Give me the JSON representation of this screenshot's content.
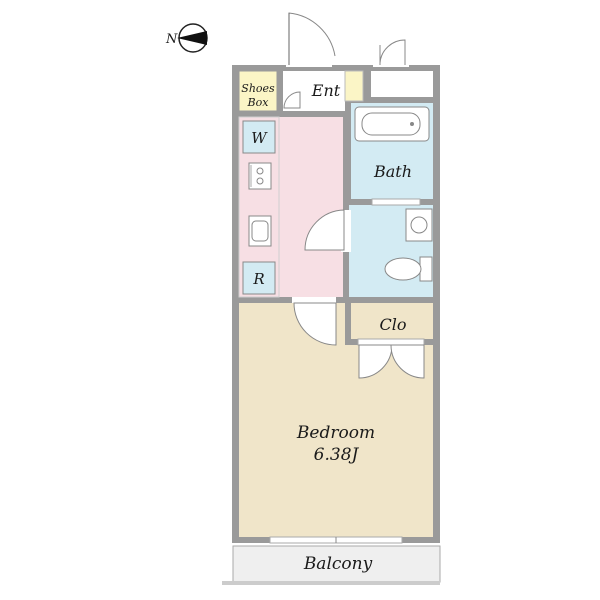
{
  "compass": {
    "north_label": "N"
  },
  "rooms": {
    "shoes_box": {
      "line1": "Shoes",
      "line2": "Box"
    },
    "entrance": {
      "label": "Ent"
    },
    "washer": {
      "label": "W"
    },
    "refrigerator": {
      "label": "R"
    },
    "bath": {
      "label": "Bath"
    },
    "closet": {
      "label": "Clo"
    },
    "bedroom": {
      "label": "Bedroom",
      "size": "6.38J"
    },
    "balcony": {
      "label": "Balcony"
    }
  },
  "colors": {
    "wall": "#9a9a9a",
    "kitchen": "#f7dfe4",
    "bath_toilet": "#d3ebf3",
    "bedroom": "#f0e5c9",
    "shoes_box": "#fbf5c6",
    "closet": "#fbf5c6",
    "balcony": "#efefef"
  }
}
